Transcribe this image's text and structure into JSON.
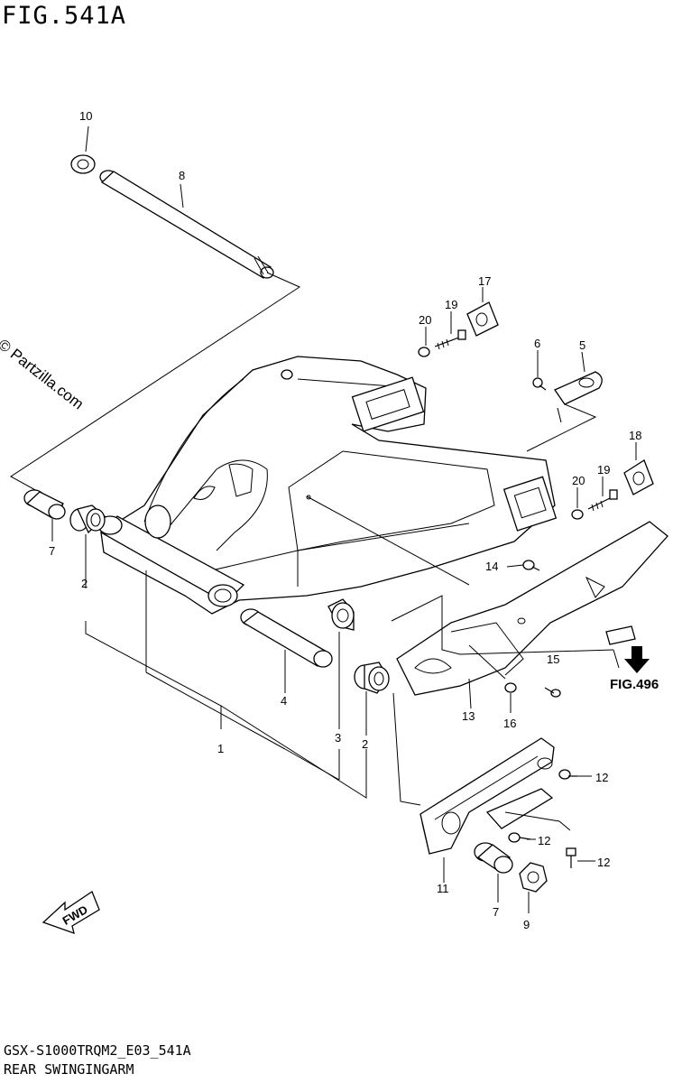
{
  "figure": {
    "title": "FIG.541A",
    "model_code": "GSX-S1000TRQM2_E03_541A",
    "caption": "REAR SWINGINGARM",
    "watermark": "© Partzilla.com",
    "reference": "FIG.496",
    "fwd_label": "FWD"
  },
  "callouts": {
    "c10": "10",
    "c8": "8",
    "c17": "17",
    "c19a": "19",
    "c20a": "20",
    "c6": "6",
    "c5": "5",
    "c18": "18",
    "c20b": "20",
    "c19b": "19",
    "c7a": "7",
    "c2a": "2",
    "c14": "14",
    "c15": "15",
    "c4": "4",
    "c1": "1",
    "c3": "3",
    "c2b": "2",
    "c13": "13",
    "c16": "16",
    "c12a": "12",
    "c12b": "12",
    "c12c": "12",
    "c11": "11",
    "c7b": "7",
    "c9": "9"
  }
}
